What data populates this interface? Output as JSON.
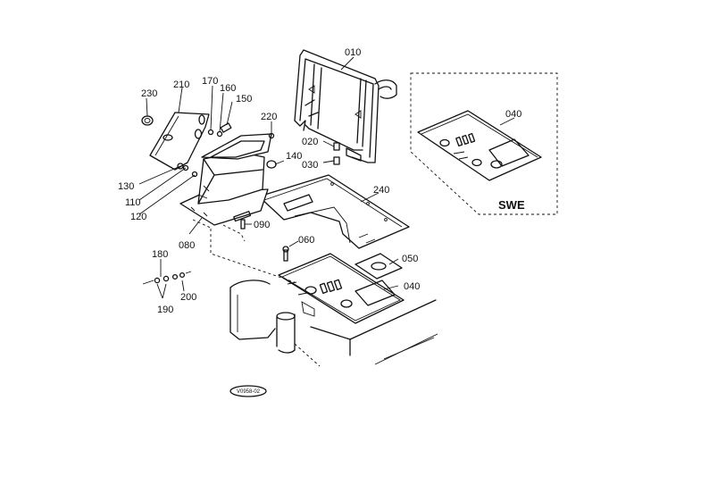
{
  "parts": {
    "p010": "010",
    "p020": "020",
    "p030": "030",
    "p040_inset": "040",
    "p040_main": "040",
    "p050": "050",
    "p060": "060",
    "p080": "080",
    "p090": "090",
    "p110": "110",
    "p120": "120",
    "p130": "130",
    "p140": "140",
    "p150": "150",
    "p160": "160",
    "p170": "170",
    "p180": "180",
    "p190": "190",
    "p200": "200",
    "p210": "210",
    "p220": "220",
    "p230": "230",
    "p240": "240"
  },
  "inset_label": "SWE",
  "diagram_code": "V0958-02"
}
